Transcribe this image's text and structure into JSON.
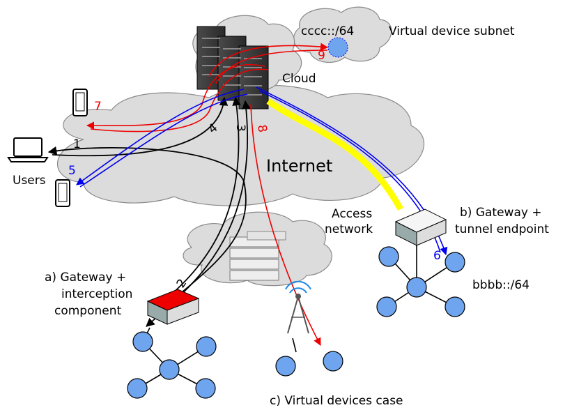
{
  "labels": {
    "subnet_prefix": "cccc::/64",
    "subnet_title": "Virtual device subnet",
    "cloud": "Cloud",
    "internet": "Internet",
    "users": "Users",
    "access_network_line1": "Access",
    "access_network_line2": "network",
    "gateway_a_line1": "a) Gateway +",
    "gateway_a_line2": "interception",
    "gateway_a_line3": "component",
    "gateway_b_line1": "b) Gateway +",
    "gateway_b_line2": "tunnel endpoint",
    "prefix_b": "bbbb::/64",
    "virtual_case": "c) Virtual devices case"
  },
  "steps": [
    "1",
    "2",
    "3",
    "4",
    "5",
    "6",
    "7",
    "8",
    "9"
  ],
  "colors": {
    "path_black": "#000000",
    "path_red": "#ff0000",
    "path_blue": "#0000ee",
    "tunnel_yellow": "#ffff00",
    "node_fill": "#6fa4ee",
    "cloud_fill": "#dcdcdc",
    "intercept_red": "#ee0000"
  }
}
